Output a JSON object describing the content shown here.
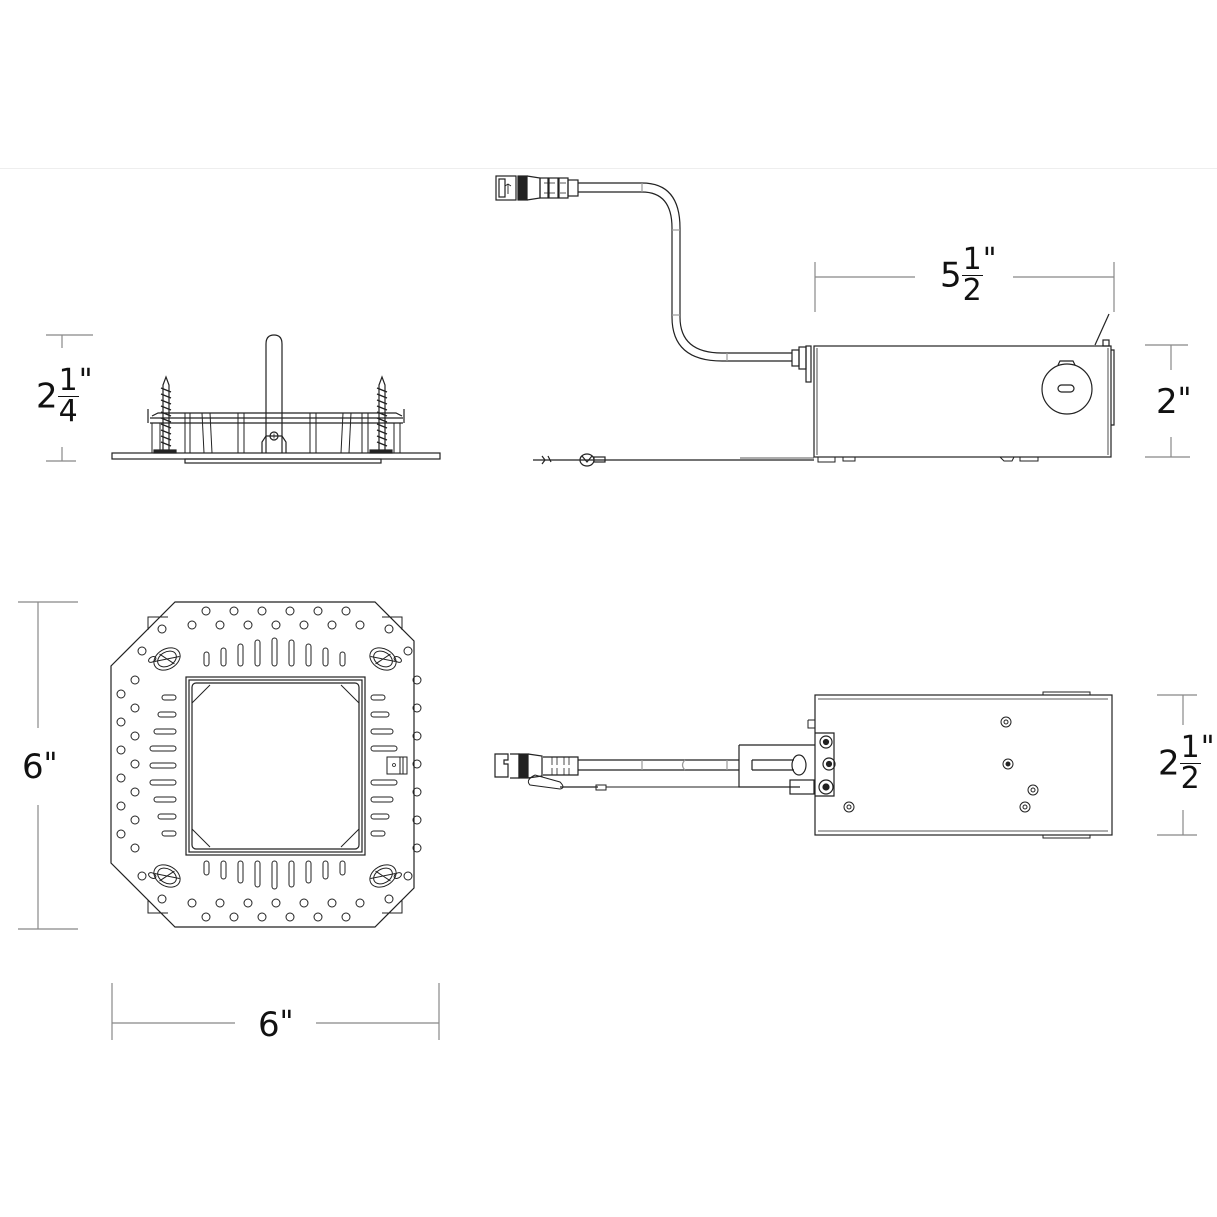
{
  "figure": {
    "title": "",
    "type": "technical dimension drawing",
    "line_color": "#222222",
    "dim_line_color": "#888888"
  },
  "views": {
    "side_view_housing": {
      "name": "Housing side elevation",
      "dimension": {
        "label": "height",
        "whole": "2",
        "numerator": "1",
        "denominator": "4",
        "unit": "\""
      }
    },
    "side_view_junction_box": {
      "name": "Junction box side elevation",
      "dimension_length": {
        "label": "length",
        "whole": "5",
        "numerator": "1",
        "denominator": "2",
        "unit": "\""
      },
      "dimension_height": {
        "label": "height",
        "whole": "2",
        "unit": "\""
      }
    },
    "top_view_housing": {
      "name": "Housing plan view",
      "dimension_height": {
        "label": "height",
        "whole": "6",
        "unit": "\""
      },
      "dimension_width": {
        "label": "width",
        "whole": "6",
        "unit": "\""
      }
    },
    "top_view_junction_box": {
      "name": "Junction box plan view",
      "dimension_width": {
        "label": "width",
        "whole": "2",
        "numerator": "1",
        "denominator": "2",
        "unit": "\""
      }
    }
  }
}
